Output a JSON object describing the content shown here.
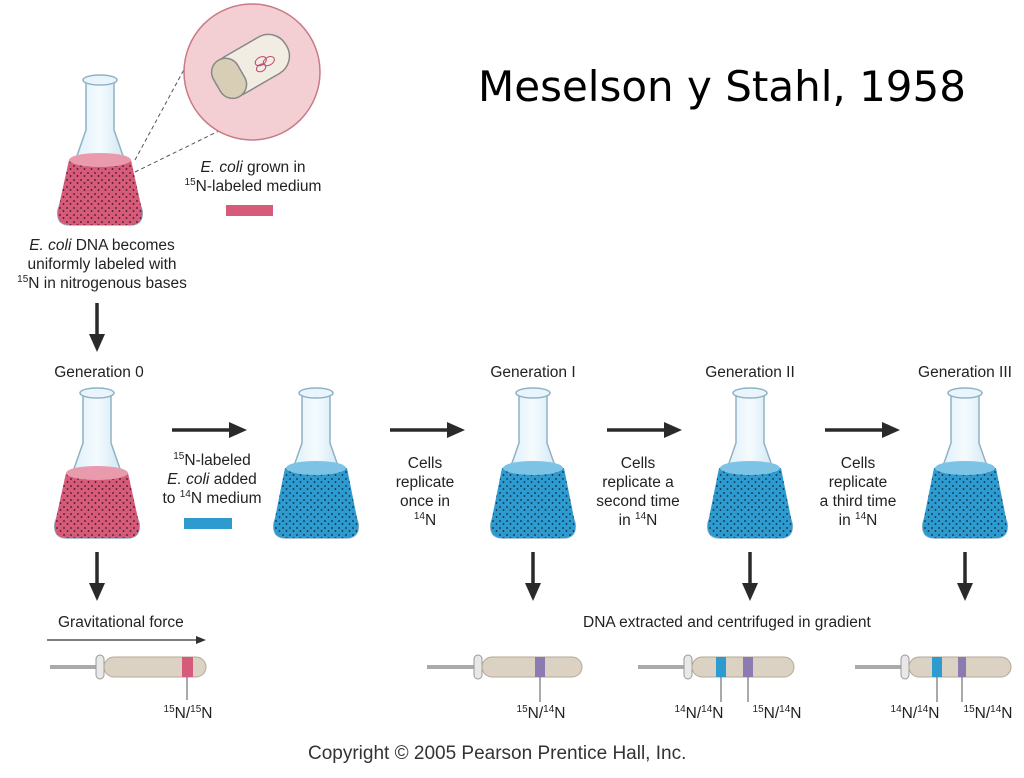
{
  "title": "Meselson y Stahl, 1958",
  "intro": {
    "grown_line1_italic": "E. coli",
    "grown_line1_rest": " grown in",
    "grown_line2_sup": "15",
    "grown_line2_rest": "N-labeled medium",
    "labeled_line1_italic": "E. coli",
    "labeled_line1_rest": " DNA becomes",
    "labeled_line2": "uniformly labeled with",
    "labeled_line3_sup": "15",
    "labeled_line3_rest": "N in nitrogenous bases"
  },
  "generations": {
    "g0": "Generation 0",
    "g1": "Generation I",
    "g2": "Generation II",
    "g3": "Generation III"
  },
  "steps": {
    "added_line1_sup": "15",
    "added_line1_rest": "N-labeled",
    "added_line2_italic": "E. coli",
    "added_line2_rest": " added",
    "added_line3_pre": "to ",
    "added_line3_sup": "14",
    "added_line3_rest": "N medium",
    "once_line1": "Cells",
    "once_line2": "replicate",
    "once_line3": "once in",
    "once_line4_sup": "14",
    "once_line4_rest": "N",
    "second_line1": "Cells",
    "second_line2": "replicate a",
    "second_line3": "second time",
    "second_line4_pre": "in ",
    "second_line4_sup": "14",
    "second_line4_rest": "N",
    "third_line1": "Cells",
    "third_line2": "replicate",
    "third_line3": "a third time",
    "third_line4_pre": "in ",
    "third_line4_sup": "14",
    "third_line4_rest": "N"
  },
  "gravity_label": "Gravitational force",
  "centrifuge_label": "DNA extracted and centrifuged in gradient",
  "bands": {
    "t0_a": "15",
    "t0_b": "N/",
    "t0_c": "15",
    "t0_d": "N",
    "t1_a": "15",
    "t1_b": "N/",
    "t1_c": "14",
    "t1_d": "N",
    "t2_light_a": "14",
    "t2_light_b": "N/",
    "t2_light_c": "14",
    "t2_light_d": "N",
    "t2_hybrid_a": "15",
    "t2_hybrid_b": "N/",
    "t2_hybrid_c": "14",
    "t2_hybrid_d": "N",
    "t3_light_a": "14",
    "t3_light_b": "N/",
    "t3_light_c": "14",
    "t3_light_d": "N",
    "t3_hybrid_a": "15",
    "t3_hybrid_b": "N/",
    "t3_hybrid_c": "14",
    "t3_hybrid_d": "N"
  },
  "copyright": "Copyright © 2005 Pearson Prentice Hall, Inc.",
  "colors": {
    "heavy_medium": "#d65a7a",
    "light_medium": "#2e9bd0",
    "hybrid_band": "#8b7bb0",
    "tube_body": "#dcd2c4",
    "arrow": "#2a2a2a"
  }
}
